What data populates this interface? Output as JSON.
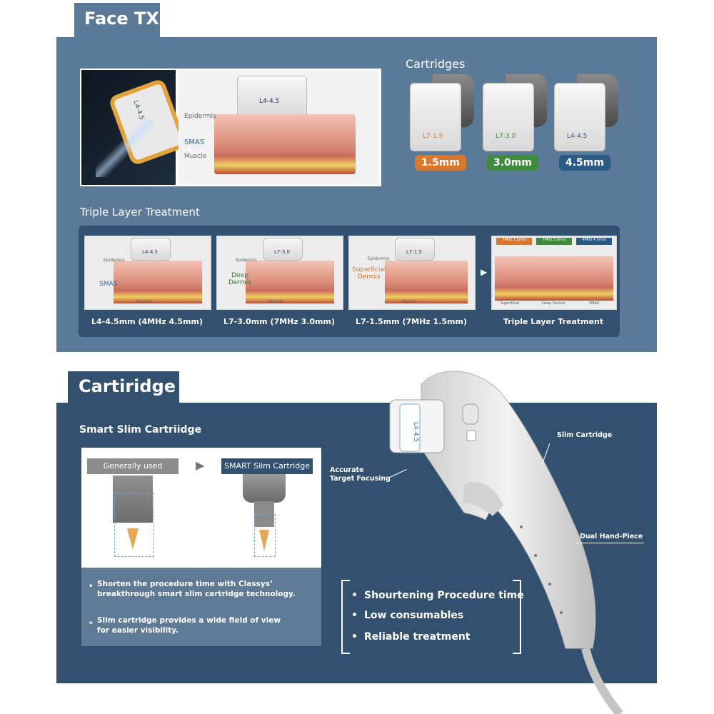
{
  "section1": {
    "tab_title": "Face TX",
    "cartridges_heading": "Cartridges",
    "cartridges": [
      {
        "size": "1.5mm",
        "color": "#d9772d",
        "label": "L7-1.5"
      },
      {
        "size": "3.0mm",
        "color": "#3f8a3b",
        "label": "L7-3.0"
      },
      {
        "size": "4.5mm",
        "color": "#2c5a86",
        "label": "L4-4.5"
      }
    ],
    "diagram_labels": {
      "epidermis": "Epidermis",
      "smas": "SMAS",
      "muscle": "Muscle",
      "cartridge": "L4-4.5",
      "handpiece": "L4-4.5"
    },
    "triple_heading": "Triple Layer Treatment",
    "triple_items": [
      {
        "caption": "L4-4.5mm (4MHz 4.5mm)",
        "label": "SMAS",
        "top_label": "Epidermis",
        "bottom_label": "Muscle",
        "cart": "L4-4.5"
      },
      {
        "caption": "L7-3.0mm (7MHz 3.0mm)",
        "label": "Deep\nDermis",
        "top_label": "Epidermis",
        "bottom_label": "Muscle",
        "cart": "L7-3.0"
      },
      {
        "caption": "L7-1.5mm (7MHz 1.5mm)",
        "label": "Superficial\nDermis",
        "top_label": "Epidermis",
        "bottom_label": "Muscle",
        "cart": "L7-1.5"
      }
    ],
    "triple_final": {
      "caption": "Triple Layer Treatment",
      "heads": [
        "7MHz 1.5mm",
        "7MHz 3.0mm",
        "4MHz 4.5mm"
      ],
      "layers": [
        "Superficial",
        "Deep Dermis",
        "SMAS"
      ]
    }
  },
  "section2": {
    "tab_title": "Cartiridge",
    "subheading": "Smart Slim Cartriidge",
    "compare_left": "Generally used",
    "compare_right": "SMART Slim Cartridge",
    "notes": [
      "Shorten the procedure time with Classys’\nbreakthrough smart slim cartridge technology.",
      "Slim cartridge provides a wide field of view\nfor easier visibility."
    ],
    "benefits": [
      "Shourtening Procedure time",
      "Low consumables",
      "Reliable treatment"
    ],
    "callouts": {
      "accurate": "Accurate\nTarget Focusing",
      "slim": "Slim Cartridge",
      "dual": "Dual Hand-Piece"
    },
    "handpiece_label": "L4-4.5"
  }
}
